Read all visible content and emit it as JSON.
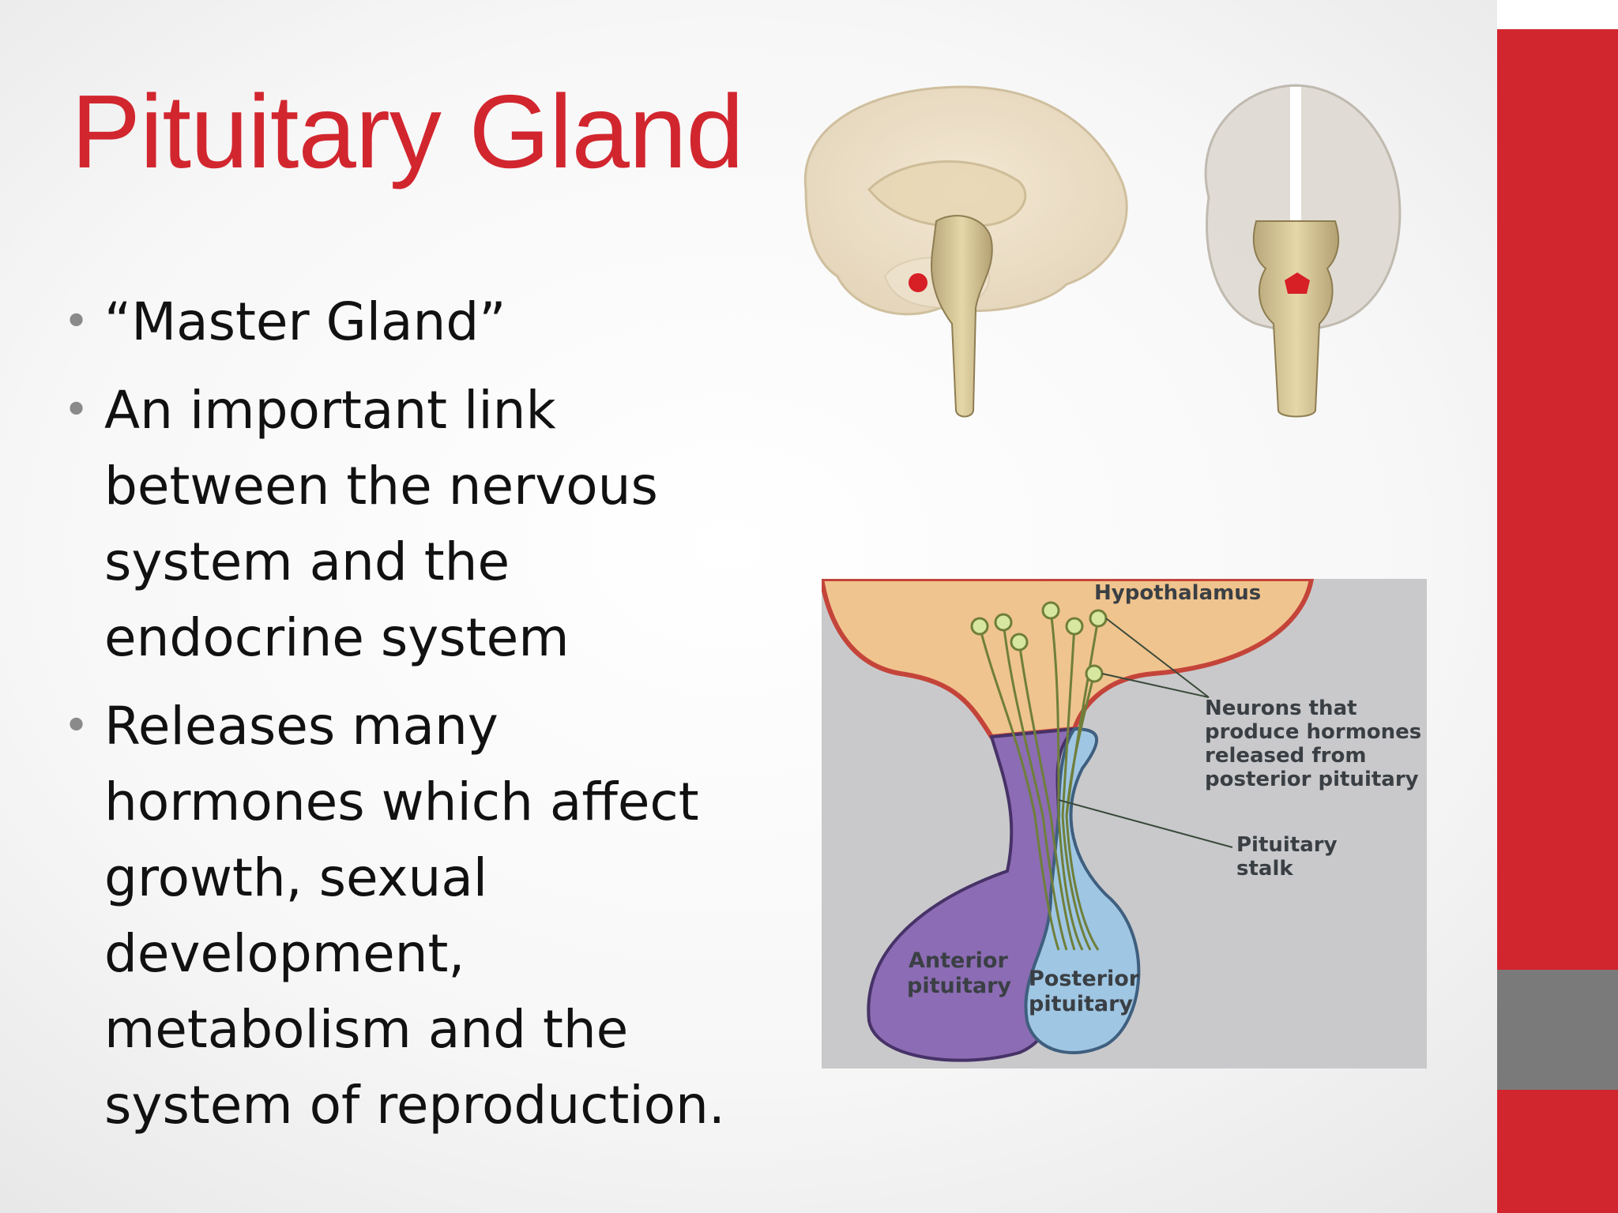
{
  "slide": {
    "title": "Pituitary Gland",
    "title_color": "#d2262f",
    "bullets": [
      {
        "text": "“Master Gland”"
      },
      {
        "text": "An important link between the nervous system and the endocrine system"
      },
      {
        "text": "Releases many hormones which affect growth, sexual development, metabolism and the system of reproduction."
      }
    ],
    "bullet_symbol": "•"
  },
  "accent": {
    "red": "#d2262f",
    "gray": "#7a7a7a"
  },
  "diagram": {
    "labels": {
      "hypothalamus": "Hypothalamus",
      "neurons_line1": "Neurons that",
      "neurons_line2": "produce hormones",
      "neurons_line3": "released from",
      "neurons_line4": "posterior pituitary",
      "stalk_line1": "Pituitary",
      "stalk_line2": "stalk",
      "anterior_line1": "Anterior",
      "anterior_line2": "pituitary",
      "posterior_line1": "Posterior",
      "posterior_line2": "pituitary"
    }
  }
}
